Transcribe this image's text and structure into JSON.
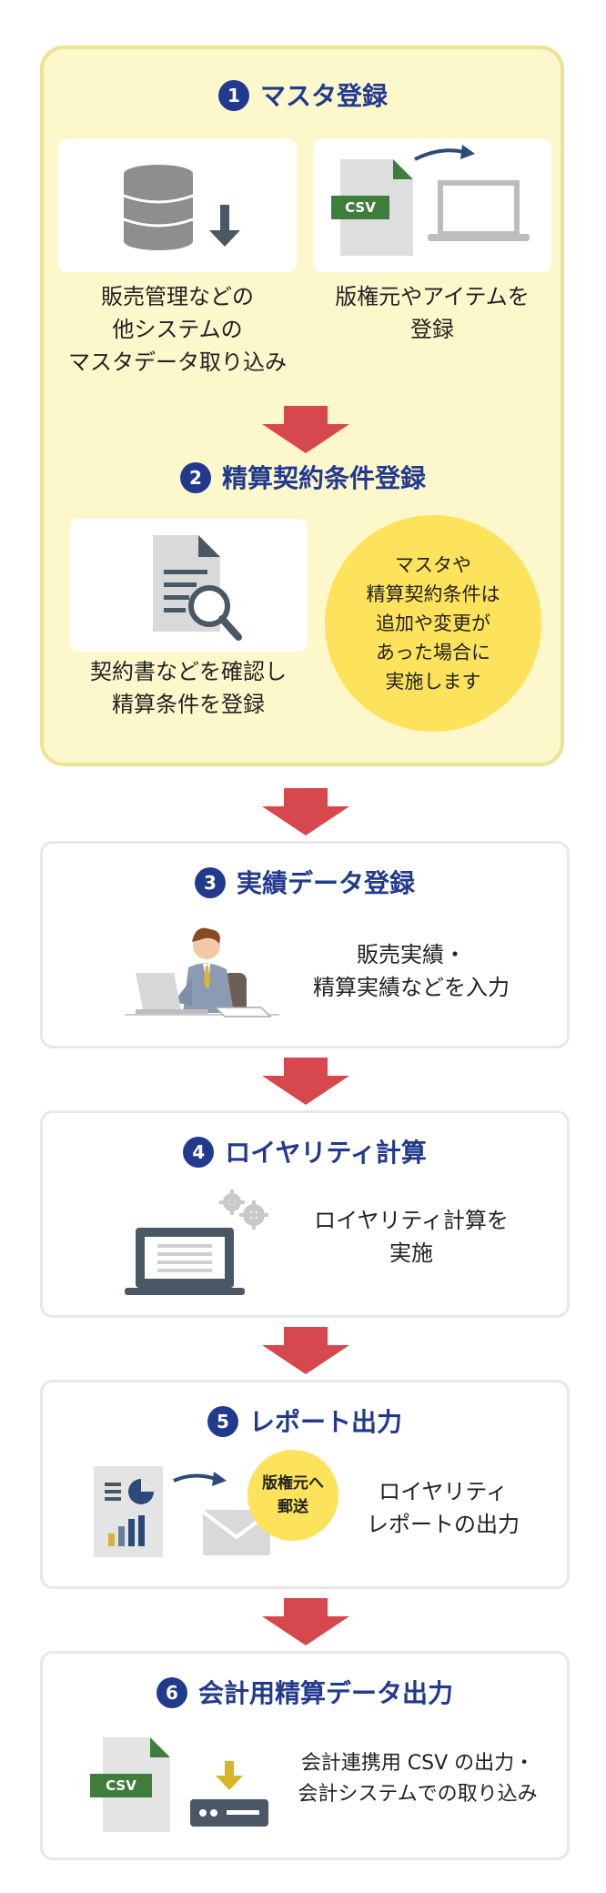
{
  "colors": {
    "title_blue": "#223a8e",
    "arrow_red": "#d6474e",
    "panel_yellow": "#fdf7cc",
    "circle_yellow": "#fde35b",
    "csv_green": "#3e7d3c"
  },
  "steps": [
    {
      "number": "1",
      "title": "マスタ登録",
      "items": [
        {
          "text": "販売管理などの\n他システムの\nマスタデータ取り込み",
          "icon": "database-download-icon"
        },
        {
          "text": "版権元やアイテムを\n登録",
          "icon": "csv-to-laptop-icon",
          "csv_label": "CSV"
        }
      ]
    },
    {
      "number": "2",
      "title": "精算契約条件登録",
      "items": [
        {
          "text": "契約書などを確認し\n精算条件を登録",
          "icon": "document-search-icon"
        }
      ],
      "note": "マスタや\n精算契約条件は\n追加や変更が\nあった場合に\n実施します"
    },
    {
      "number": "3",
      "title": "実績データ登録",
      "text": "販売実績・\n精算実績などを入力",
      "icon": "businessman-laptop-icon"
    },
    {
      "number": "4",
      "title": "ロイヤリティ計算",
      "text": "ロイヤリティ計算を\n実施",
      "icon": "laptop-gears-icon"
    },
    {
      "number": "5",
      "title": "レポート出力",
      "text": "ロイヤリティ\nレポートの出力",
      "badge": "版権元へ\n郵送",
      "icon": "report-mail-icon"
    },
    {
      "number": "6",
      "title": "会計用精算データ出力",
      "text": "会計連携用 CSV の出力・\n会計システムでの取り込み",
      "icon": "csv-download-icon",
      "csv_label": "CSV"
    }
  ]
}
